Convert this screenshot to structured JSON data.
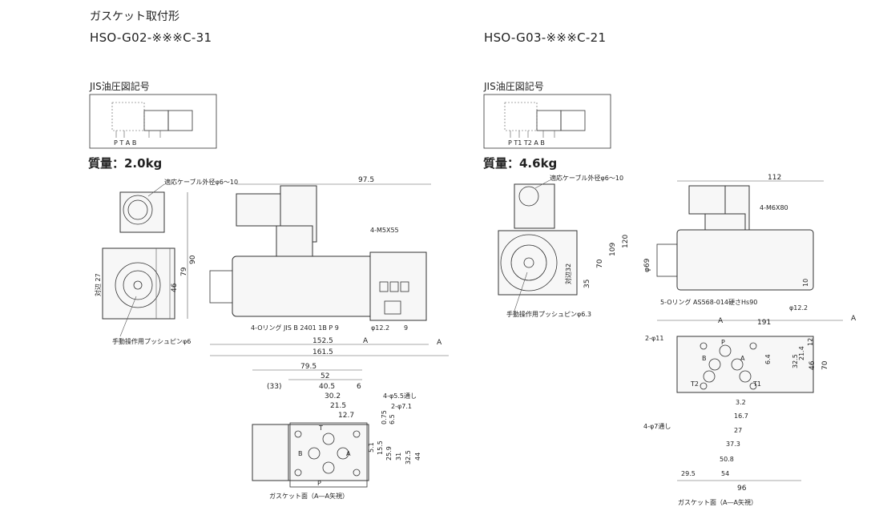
{
  "header": {
    "title": "ガスケット取付形",
    "model_left": "HSO-G02-※※※C-31",
    "model_right": "HSO-G03-※※※C-21"
  },
  "left": {
    "jis_label": "JIS油圧図記号",
    "symbol_ports": "P T A B",
    "mass": "質量：2.0kg",
    "labels": {
      "cable": "適応ケーブル外径φ6～10",
      "bolts": "4-M5X55",
      "oring": "4-Oリング JIS B 2401 1B P 9",
      "pushpin": "手動操作用プッシュピンφ6",
      "width_across": "対辺 27",
      "section": "A",
      "gasket": "ガスケット面（A―A矢視）"
    },
    "dims": {
      "d97_5": "97.5",
      "d90": "90",
      "d79": "79",
      "d46": "46",
      "d152_5": "152.5",
      "d161_5": "161.5",
      "d12_2": "φ12.2",
      "d9": "9",
      "g79_5": "79.5",
      "g52": "52",
      "g33": "(33)",
      "g40_5": "40.5",
      "g6": "6",
      "g30_2": "30.2",
      "g21_5": "21.5",
      "g12_7": "12.7",
      "g_hole1": "4-φ5.5通し",
      "g_hole2": "2-φ7.1",
      "g0_75": "0.75",
      "g6_5": "6.5",
      "g5_1": "5.1",
      "g15_5": "15.5",
      "g25_9": "25.9",
      "g31": "31",
      "g32_5": "32.5",
      "g44": "44",
      "pA": "A",
      "pB": "B",
      "pT": "T",
      "pP": "P"
    }
  },
  "right": {
    "jis_label": "JIS油圧図記号",
    "symbol_ports": "P T1 T2 A B",
    "mass": "質量：4.6kg",
    "labels": {
      "cable": "適応ケーブル外径φ6～10",
      "bolts": "4-M6X80",
      "oring": "5-Oリング AS568-014硬さHs90",
      "pushpin": "手動操作用プッシュピンφ6.3",
      "width_across": "対辺32",
      "section": "A",
      "gasket": "ガスケット面（A―A矢視）",
      "holes7": "4-φ7通し",
      "holes11": "2-φ11"
    },
    "dims": {
      "d112": "112",
      "d120": "120",
      "d109": "109",
      "d70": "70",
      "d35": "35",
      "d69": "φ69",
      "d191": "191",
      "d12_2": "φ12.2",
      "d10": "10",
      "g12": "12",
      "g21_4": "21.4",
      "g6_4": "6.4",
      "g32_5": "32.5",
      "g46": "46",
      "g70": "70",
      "g3_2": "3.2",
      "g16_7": "16.7",
      "g27": "27",
      "g37_3": "37.3",
      "g50_8": "50.8",
      "g29_5": "29.5",
      "g54": "54",
      "g96": "96",
      "pA": "A",
      "pB": "B",
      "pP": "P",
      "pT1": "T1",
      "pT2": "T2"
    }
  }
}
